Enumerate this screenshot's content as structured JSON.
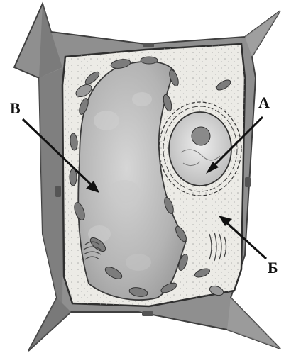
{
  "diagram": {
    "labels": {
      "a": "А",
      "b": "Б",
      "v": "В"
    },
    "colors": {
      "wall_fill": "#8f8f8f",
      "wall_dark": "#5a5a5a",
      "cytoplasm": "#ecebe6",
      "vacuole": "#bdbdbd",
      "chloroplast": "#7c7c7c",
      "nucleus": "#d3d3d3",
      "ink": "#111111"
    }
  }
}
